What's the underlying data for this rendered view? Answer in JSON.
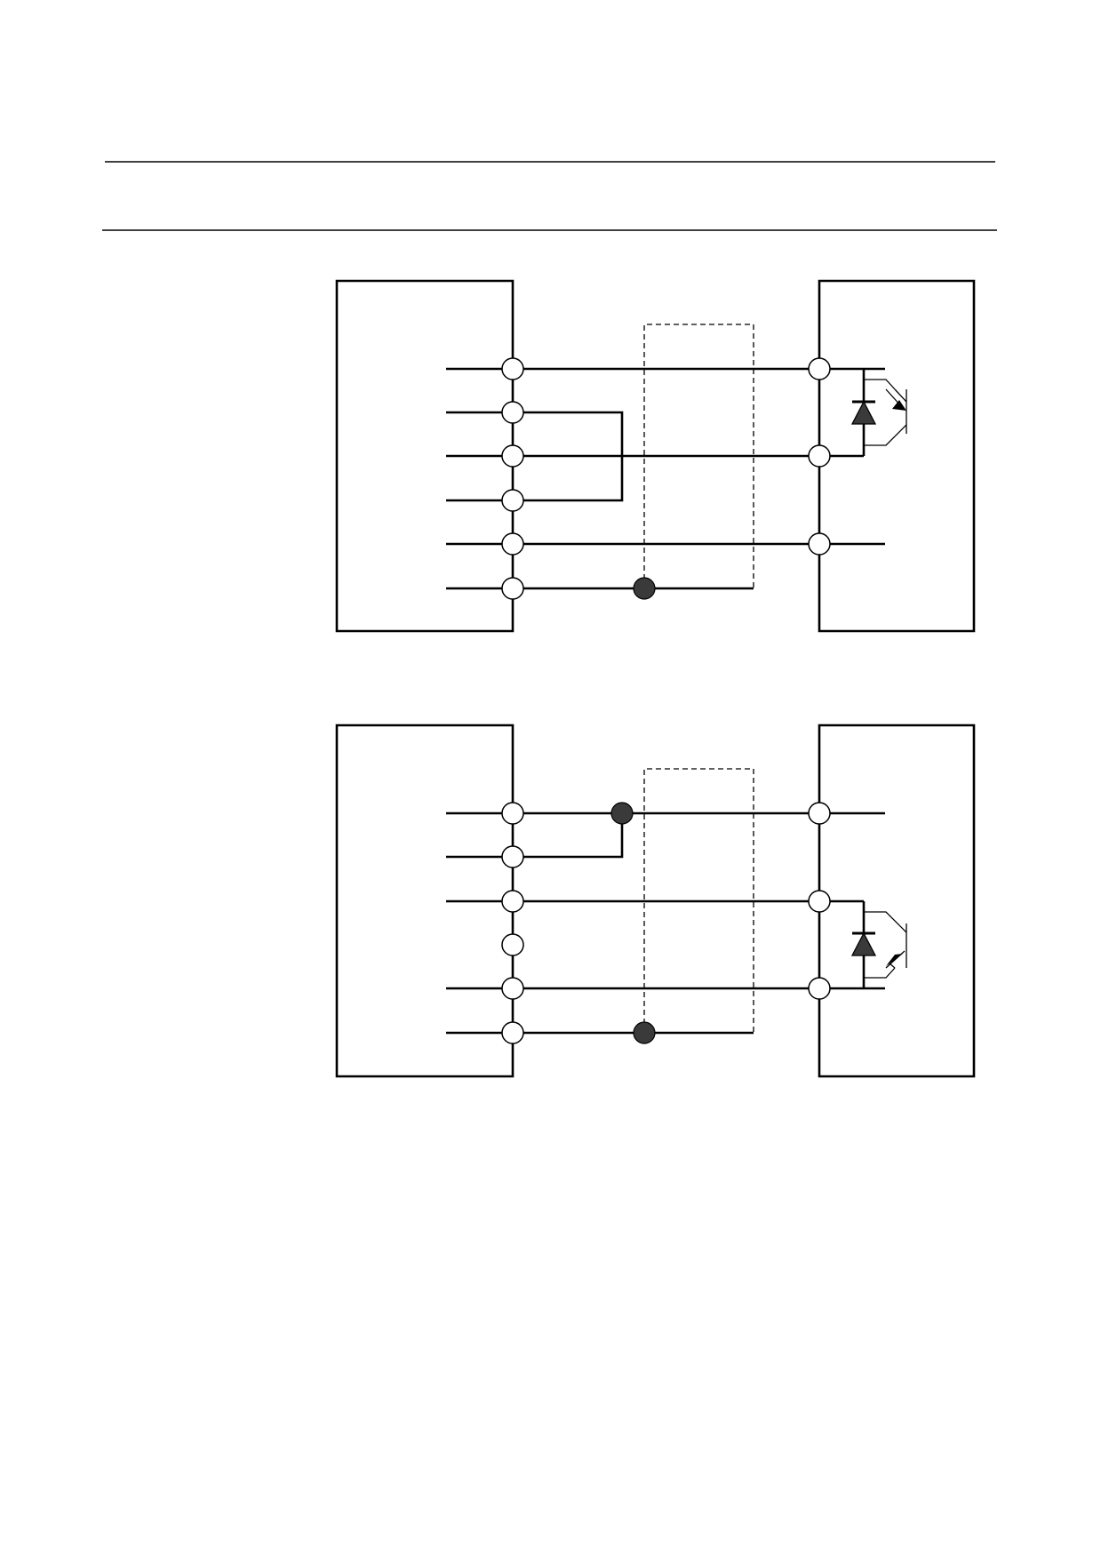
{
  "page": {
    "background": "#ffffff",
    "line_color": "#000000",
    "fill_color": "#3a3a3a"
  },
  "header": {
    "rules": 2
  },
  "diagrams": [
    {
      "id": "diagram-1",
      "output_stage": "npn-phototransistor",
      "left_terminals": 6,
      "right_terminals": 3,
      "shielded_cable": true
    },
    {
      "id": "diagram-2",
      "output_stage": "pnp-phototransistor",
      "left_terminals": 6,
      "right_terminals": 3,
      "shielded_cable": true
    }
  ]
}
